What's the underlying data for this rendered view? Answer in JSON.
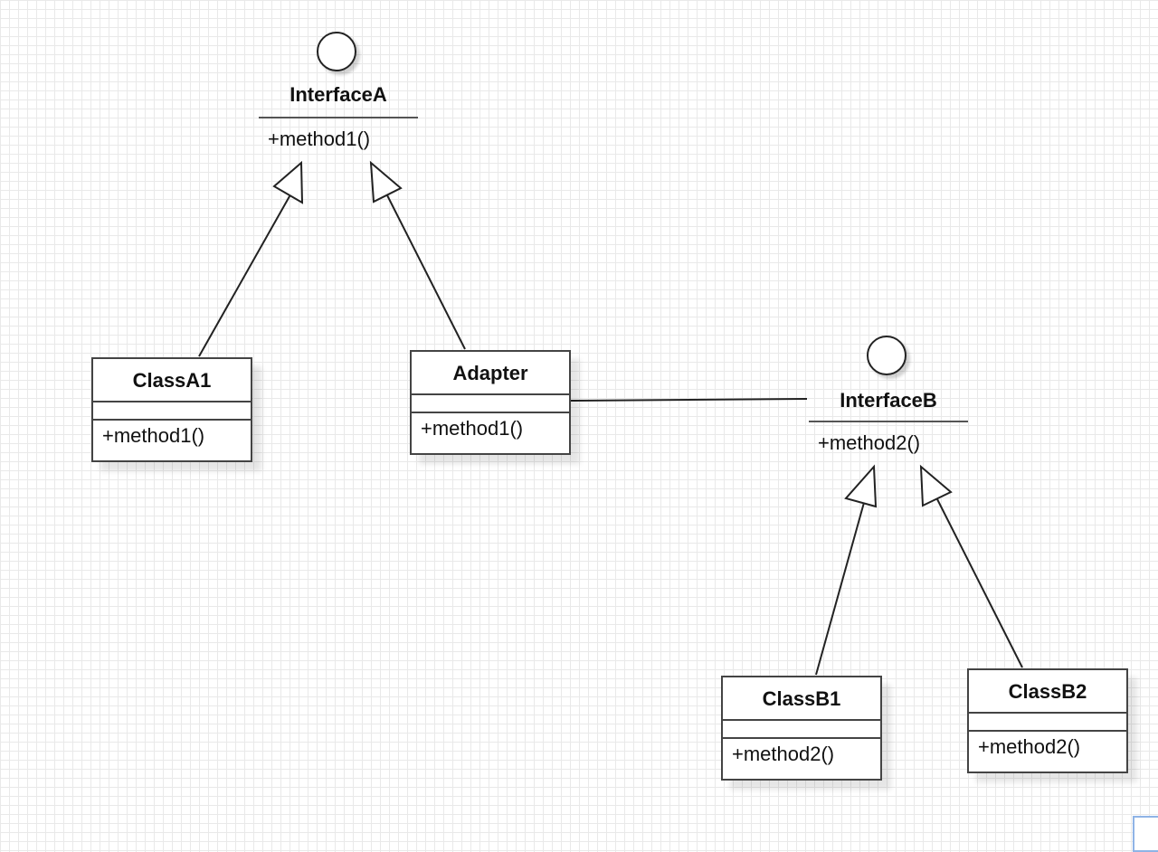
{
  "interfaces": {
    "a": {
      "name": "InterfaceA",
      "op": "+method1()"
    },
    "b": {
      "name": "InterfaceB",
      "op": "+method2()"
    }
  },
  "classes": {
    "classA1": {
      "name": "ClassA1",
      "op": "+method1()"
    },
    "adapter": {
      "name": "Adapter",
      "op": "+method1()"
    },
    "classB1": {
      "name": "ClassB1",
      "op": "+method2()"
    },
    "classB2": {
      "name": "ClassB2",
      "op": "+method2()"
    }
  },
  "relations": [
    {
      "from": "ClassA1",
      "to": "InterfaceA",
      "type": "realization"
    },
    {
      "from": "Adapter",
      "to": "InterfaceA",
      "type": "realization"
    },
    {
      "from": "Adapter",
      "to": "InterfaceB",
      "type": "association"
    },
    {
      "from": "ClassB1",
      "to": "InterfaceB",
      "type": "realization"
    },
    {
      "from": "ClassB2",
      "to": "InterfaceB",
      "type": "realization"
    }
  ]
}
